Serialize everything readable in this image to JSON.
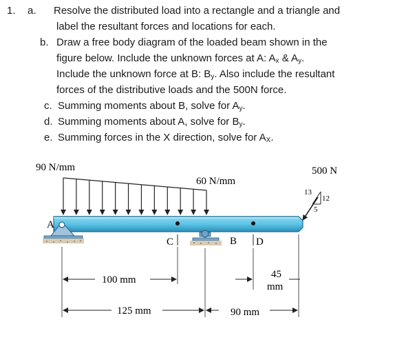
{
  "problem": {
    "number": "1.",
    "parts": [
      {
        "letter": "a.",
        "lines": [
          "Resolve the distributed load into a rectangle and a triangle and",
          "label the resultant forces and locations for each."
        ]
      },
      {
        "letter": "b.",
        "lines": [
          "Draw a free body diagram of the loaded beam shown in the",
          "figure below.  Include the unknown forces at A: A{x} & A{y}.",
          "Include the unknown force at B: B{y}. Also include the resultant",
          "forces of the distributive loads and the 500N force."
        ]
      },
      {
        "letter": "c.",
        "lines": [
          "Summing moments about B, solve for A{y}."
        ]
      },
      {
        "letter": "d.",
        "lines": [
          "Summing moments about A, solve for B{y}."
        ]
      },
      {
        "letter": "e.",
        "lines": [
          "Summing forces in the X direction, solve for A{X}."
        ]
      }
    ]
  },
  "figure": {
    "load_left": "90 N/mm",
    "load_right": "60 N/mm",
    "force": "500 N",
    "slope": {
      "hyp": "13",
      "vert": "12",
      "horiz": "5"
    },
    "points": {
      "A": "A",
      "B": "B",
      "C": "C",
      "D": "D"
    },
    "dims": {
      "d1": "100 mm",
      "d2": "125 mm",
      "d3a": "45",
      "d3b": "mm",
      "d4": "90 mm"
    },
    "colors": {
      "beam": "#5bc4e6",
      "beam_dark": "#2a7fa8",
      "support": "#7aa8c8",
      "ground": "#c9b79a"
    }
  }
}
